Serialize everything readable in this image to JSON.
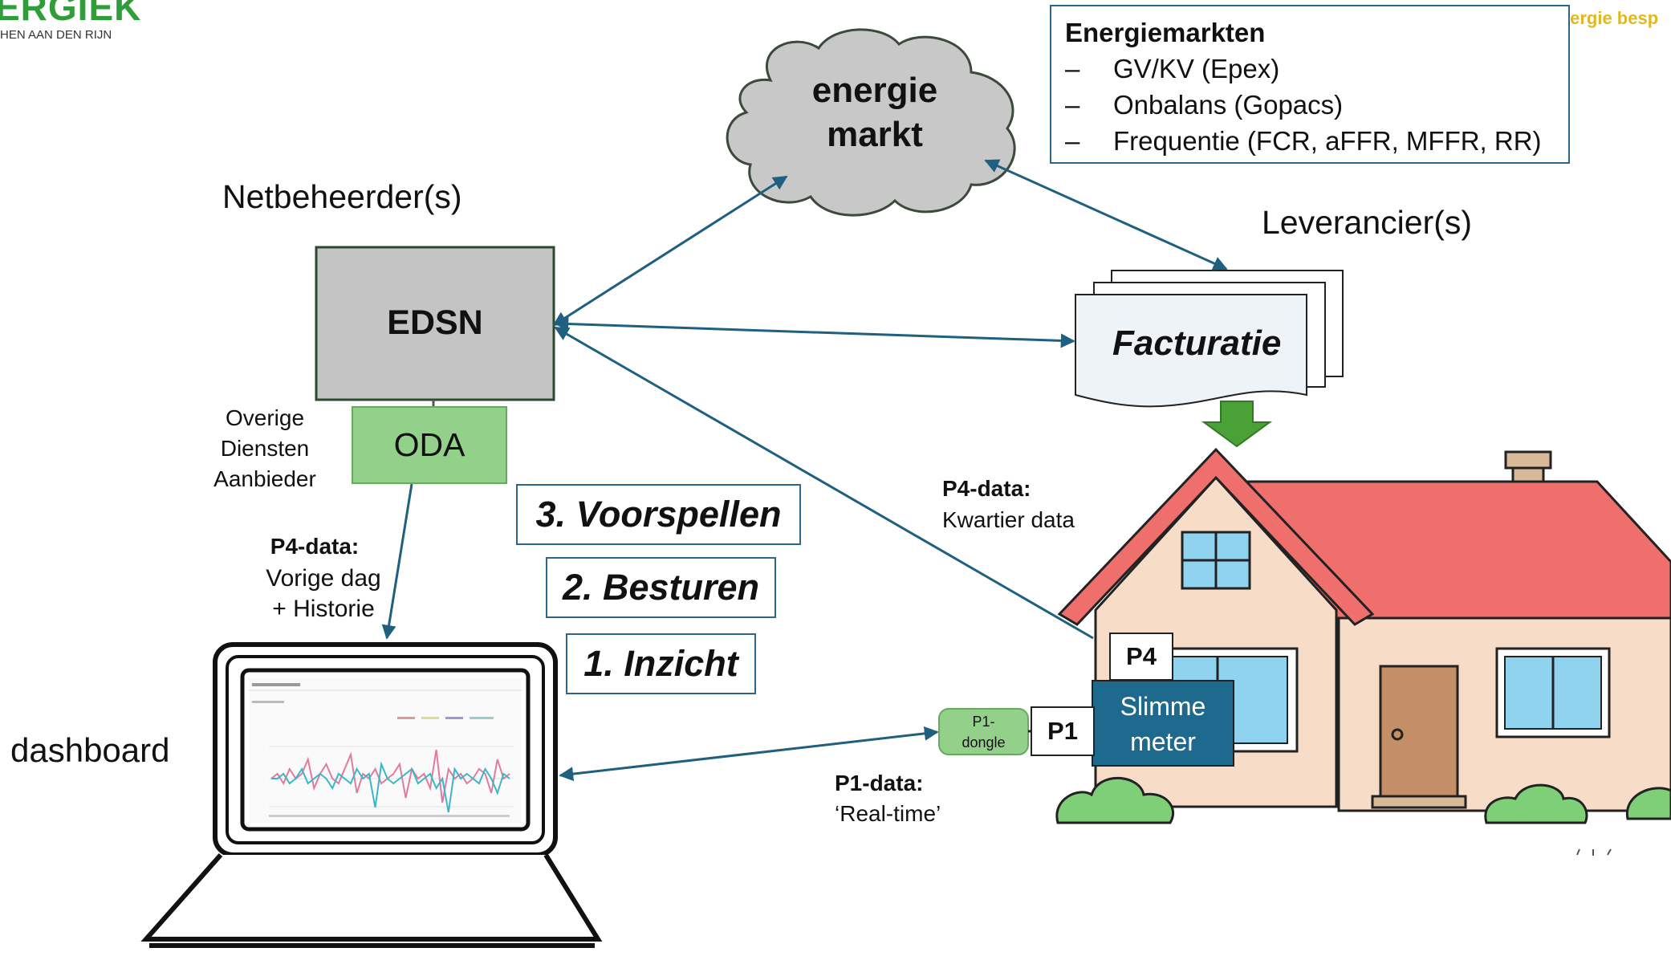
{
  "logo": {
    "brand_text": "ERGIEK",
    "subtitle": "HEN AAN DEN RIJN",
    "tagline": "Energie besp"
  },
  "markets_box": {
    "title": "Energiemarkten",
    "items": [
      "GV/KV (Epex)",
      "Onbalans (Gopacs)",
      "Frequentie (FCR, aFFR, MFFR, RR)"
    ],
    "bullet": "–"
  },
  "cloud": {
    "line1": "energie",
    "line2": "markt"
  },
  "netbeheerder": {
    "label": "Netbeheerder(s)",
    "box": "EDSN"
  },
  "oda": {
    "box": "ODA",
    "line1": "Overige",
    "line2": "Diensten",
    "line3": "Aanbieder"
  },
  "leverancier": {
    "label": "Leverancier(s)",
    "doc": "Facturatie"
  },
  "steps": [
    "3. Voorspellen",
    "2. Besturen",
    "1. Inzicht"
  ],
  "p4_left": {
    "title": "P4-data:",
    "line1": "Vorige dag",
    "line2": "+ Historie"
  },
  "p4_right": {
    "title": "P4-data:",
    "line1": "Kwartier data"
  },
  "p1_data": {
    "title": "P1-data:",
    "line1": "‘Real-time’"
  },
  "dashboard": {
    "label": "dashboard"
  },
  "house": {
    "p4": "P4",
    "p1": "P1",
    "meter_line1": "Slimme",
    "meter_line2": "meter",
    "dongle_line1": "P1-",
    "dongle_line2": "dongle"
  },
  "colors": {
    "arrow": "#1f5f7f",
    "edsn_fill": "#c4c4c4",
    "oda_fill": "#93d18b",
    "meter_fill": "#1e6a8e",
    "roof": "#ef6f6c",
    "wall": "#f7ddc8",
    "bush": "#7ecf77",
    "logo_green": "#2f9e3a",
    "logo_yellow": "#e0b820"
  },
  "mini_chart": {
    "series": [
      {
        "color": "#e07b9a",
        "values": [
          0,
          1,
          -1,
          2,
          0,
          1,
          4,
          -2,
          1,
          3,
          0,
          -1,
          2,
          5,
          -3,
          1,
          0,
          2,
          -1,
          0,
          1,
          3,
          -4,
          2,
          0,
          1,
          -2,
          6,
          -5,
          2,
          0,
          1,
          -1,
          0,
          2,
          1,
          -3,
          4,
          0,
          1
        ]
      },
      {
        "color": "#3ab6c9",
        "values": [
          0,
          0,
          1,
          -1,
          0,
          2,
          -1,
          0,
          1,
          0,
          -2,
          1,
          0,
          -1,
          2,
          0,
          1,
          -6,
          3,
          0,
          -1,
          0,
          1,
          2,
          -1,
          0,
          1,
          -2,
          0,
          -7,
          2,
          0,
          1,
          0,
          -1,
          2,
          0,
          -3,
          1,
          0
        ]
      }
    ]
  }
}
